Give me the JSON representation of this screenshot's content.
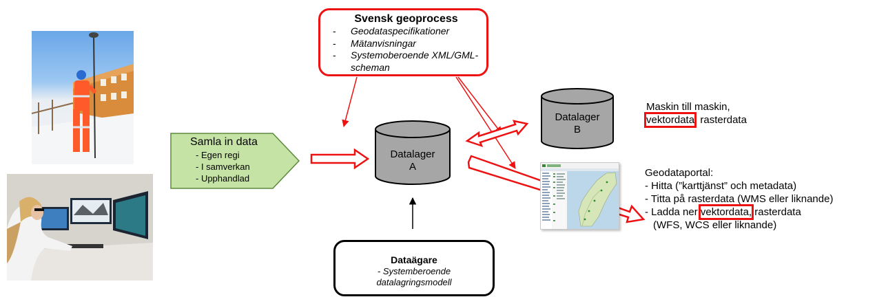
{
  "geoprocess": {
    "title": "Svensk geoprocess",
    "items": [
      "Geodataspecifikationer",
      "Mätanvisningar",
      "Systemoberoende XML/GML-scheman"
    ]
  },
  "collect": {
    "title": "Samla in data",
    "items": [
      "- Egen regi",
      "- I samverkan",
      "- Upphandlad"
    ]
  },
  "datalager_a": {
    "line1": "Datalager",
    "line2": "A"
  },
  "datalager_b": {
    "line1": "Datalager",
    "line2": "B"
  },
  "owner": {
    "title": "Dataägare",
    "sub1": "- Systemberoende",
    "sub2": "datalagringsmodell"
  },
  "machine": {
    "line1": "Maskin till maskin,",
    "highlight": "vektordata",
    "rest": ", rasterdata"
  },
  "portal": {
    "title": "Geodataportal:",
    "line1": "- Hitta (”karttjänst” och metadata)",
    "line2": "- Titta på rasterdata (WMS eller liknande)",
    "line3_pre": "- Ladda ner ",
    "line3_highlight": "vektordata,",
    "line3_post": " rasterdata",
    "line4": "(WFS, WCS eller liknande)"
  },
  "colors": {
    "accent_red": "#e11111",
    "collect_fill": "#c6e3a6",
    "cylinder_fill": "#a6a6a6"
  }
}
